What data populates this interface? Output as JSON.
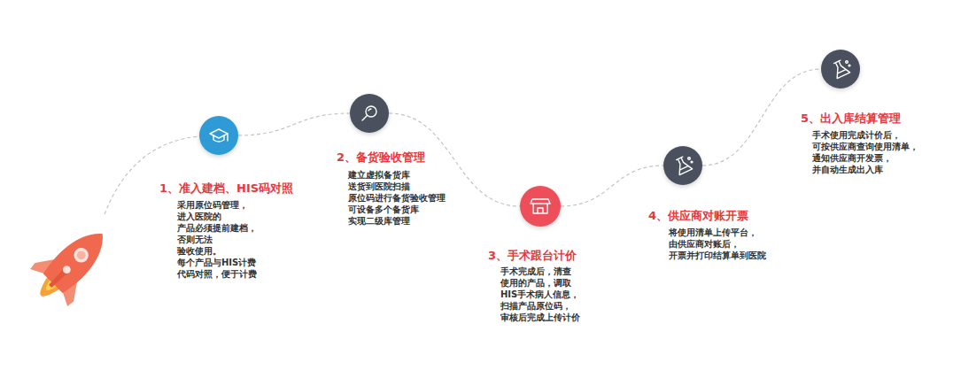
{
  "diagram": {
    "nodes": [
      {
        "text": [
          "1、准入建档、HIS码对照",
          "采用原位码管理，进入医院的 产品必须提前建档，否则无法 验收使用。每个产品与HIS计费 代码对照，便于计费"
        ]
      },
      {
        "text": [
          "2、备货验收管理",
          "建立虚拟备货库 送货到医院扫描 原位码进行备货验收管理 可设备多个备货库 实现二级库管理"
        ]
      },
      {
        "text": [
          "3、手术跟台计价",
          "手术完成后，清查 使用的产品，调取 HIS手术病人信息， 扫描产品原位码， 审核后完成上传计价"
        ]
      },
      {
        "text": [
          "4、供应商对账开票",
          "将使用清单上传平台， 由供应商对账后， 开票并打印结算单到医院"
        ]
      },
      {
        "text": [
          "5、出入库结算管理",
          "手术使用完成计价后， 可按供应商查询使用清单， 通知供应商开发票， 并自动生成出入库"
        ]
      }
    ],
    "edges": [
      {
        "from": 0,
        "to": 1,
        "arrow": "none"
      },
      {
        "from": 1,
        "to": 2,
        "arrow": "none"
      },
      {
        "from": 2,
        "to": 3,
        "arrow": "none"
      },
      {
        "from": 3,
        "to": 4,
        "arrow": "none"
      }
    ]
  }
}
